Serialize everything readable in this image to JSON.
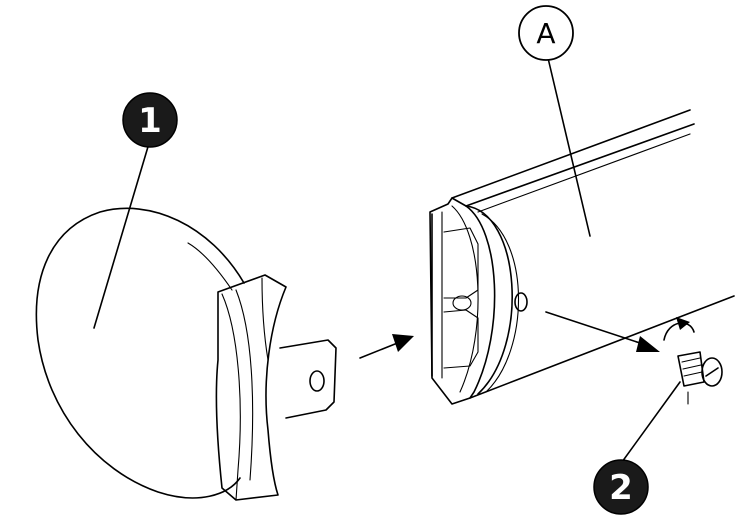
{
  "diagram": {
    "callouts": {
      "part_1": "1",
      "part_2": "2",
      "part_a": "A"
    },
    "colors": {
      "line": "#000000",
      "background": "#ffffff",
      "badge_fill": "#1a1a1a",
      "badge_text": "#ffffff"
    }
  }
}
